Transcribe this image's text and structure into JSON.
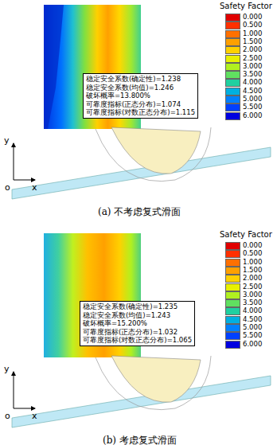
{
  "diagram": {
    "nodes": [
      {
        "text": [
          "稳定安全系数(确定性)=1.238",
          "稳定安全系数(均值)=1.246",
          "破坏概率=13.800%",
          "可靠度指标(正态分布)=1.074",
          "可靠度指标(对数正态分布)=1.115"
        ]
      },
      {
        "text": [
          "稳定安全系数(确定性)=1.235",
          "稳定安全系数(均值)=1.243",
          "破坏概率=15.200%",
          "可靠度指标(正态分布)=1.032",
          "可靠度指标(对数正态分布)=1.065"
        ]
      }
    ],
    "labels": [
      "Safety Factor",
      "y",
      "x",
      "o",
      "(a) 不考虑复式滑面",
      "Safety Factor",
      "y",
      "x",
      "o",
      "(b) 考虑复式滑面"
    ],
    "legend": [
      {
        "text": "0.000",
        "color": "#e00000"
      },
      {
        "text": "0.500",
        "color": "#ff3000"
      },
      {
        "text": "1.000",
        "color": "#ff7000"
      },
      {
        "text": "1.500",
        "color": "#ffa000"
      },
      {
        "text": "2.000",
        "color": "#ffd000"
      },
      {
        "text": "2.500",
        "color": "#e8f000"
      },
      {
        "text": "3.000",
        "color": "#b0f020"
      },
      {
        "text": "3.500",
        "color": "#60e060"
      },
      {
        "text": "4.000",
        "color": "#20d0a0"
      },
      {
        "text": "4.500",
        "color": "#00b0e0"
      },
      {
        "text": "5.000",
        "color": "#0080ff"
      },
      {
        "text": "5.500",
        "color": "#0040ff"
      },
      {
        "text": "6.000",
        "color": "#0000e0"
      },
      {
        "text": "0.000",
        "color": "#e00000"
      },
      {
        "text": "0.500",
        "color": "#ff3000"
      },
      {
        "text": "1.000",
        "color": "#ff7000"
      },
      {
        "text": "1.500",
        "color": "#ffa000"
      },
      {
        "text": "2.000",
        "color": "#ffd000"
      },
      {
        "text": "2.500",
        "color": "#e8f000"
      },
      {
        "text": "3.000",
        "color": "#b0f020"
      },
      {
        "text": "3.500",
        "color": "#60e060"
      },
      {
        "text": "4.000",
        "color": "#20d0a0"
      },
      {
        "text": "4.500",
        "color": "#00b0e0"
      },
      {
        "text": "5.000",
        "color": "#0080ff"
      },
      {
        "text": "5.500",
        "color": "#0040ff"
      },
      {
        "text": "6.000",
        "color": "#0000e0"
      }
    ]
  }
}
